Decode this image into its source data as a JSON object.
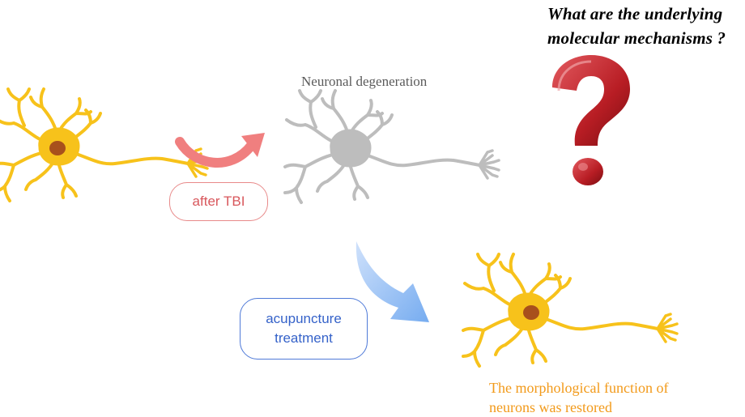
{
  "question": {
    "line1": "What are the underlying",
    "line2": "molecular mechanisms ?"
  },
  "degeneration_label": "Neuronal degeneration",
  "tbi_label": "after TBI",
  "acupuncture": {
    "line1": "acupuncture",
    "line2": "treatment"
  },
  "restored": {
    "line1": "The morphological function of",
    "line2": "neurons was restored"
  },
  "colors": {
    "healthy_neuron": "#f7c21b",
    "nucleus": "#a8501c",
    "degenerated_neuron": "#bdbdbd",
    "tbi_arrow": "#f07f7f",
    "treatment_arrow": "#7eb2f2",
    "question_mark": "#b81d24"
  },
  "icons": [
    "healthy-neuron-icon",
    "degenerated-neuron-icon",
    "question-mark-icon",
    "curved-arrow-icon",
    "down-arrow-icon"
  ]
}
